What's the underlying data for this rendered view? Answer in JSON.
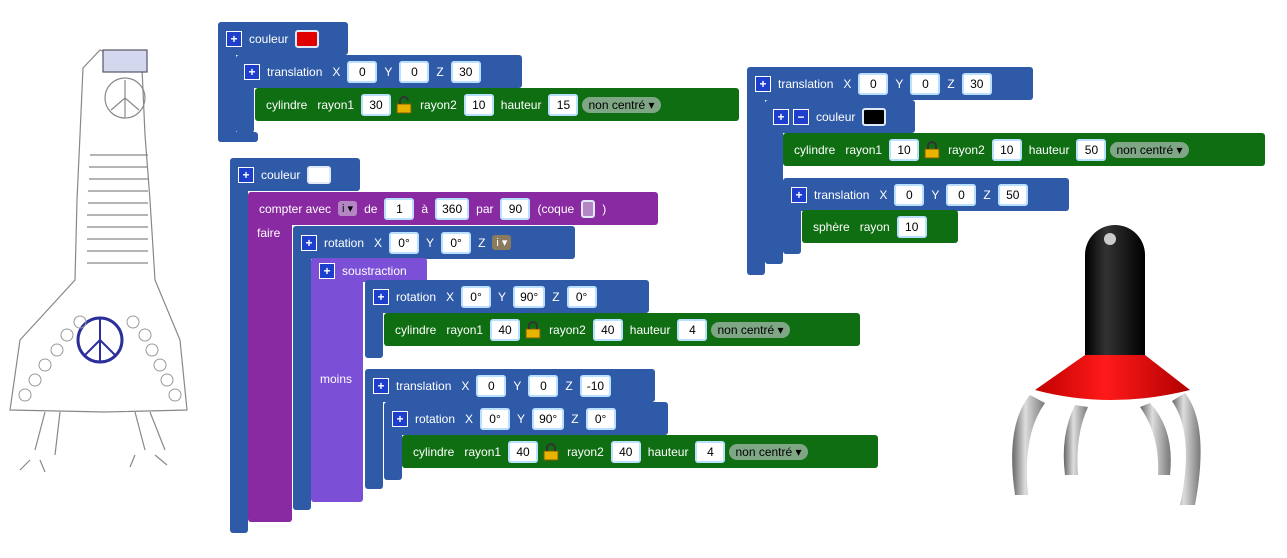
{
  "labels": {
    "couleur": "couleur",
    "translation": "translation",
    "rotation": "rotation",
    "cylindre": "cylindre",
    "sphere": "sphère",
    "rayon": "rayon",
    "rayon1": "rayon1",
    "rayon2": "rayon2",
    "hauteur": "hauteur",
    "x": "X",
    "y": "Y",
    "z": "Z",
    "non_centre": "non centré",
    "compter_avec": "compter avec",
    "de": "de",
    "a": "à",
    "par": "par",
    "coque_open": "(coque",
    "coque_close": ")",
    "faire": "faire",
    "soustraction": "soustraction",
    "moins": "moins",
    "var_i": "i",
    "plus": "+",
    "minus": "−"
  },
  "colors": {
    "color_block_blue": "#2f5aa8",
    "cylinder_block_green": "#0f6e12",
    "loop_block_purple": "#8a2aa3",
    "difference_block_violet": "#7b4fd6",
    "swatch_red": "#e00000",
    "swatch_white": "#ffffff",
    "swatch_black": "#000000"
  },
  "block_group_1": {
    "translate": {
      "x": "0",
      "y": "0",
      "z": "30"
    },
    "cylinder": {
      "r1": "30",
      "r2": "10",
      "h": "15"
    }
  },
  "block_group_2": {
    "loop": {
      "from": "1",
      "to": "360",
      "step": "90"
    },
    "rotation": {
      "x": "0°",
      "y": "0°"
    },
    "rot_a": {
      "x": "0°",
      "y": "90°",
      "z": "0°"
    },
    "cyl_a": {
      "r1": "40",
      "r2": "40",
      "h": "4"
    },
    "trans_b": {
      "x": "0",
      "y": "0",
      "z": "-10"
    },
    "rot_b": {
      "x": "0°",
      "y": "90°",
      "z": "0°"
    },
    "cyl_b": {
      "r1": "40",
      "r2": "40",
      "h": "4"
    }
  },
  "block_group_3": {
    "translate": {
      "x": "0",
      "y": "0",
      "z": "30"
    },
    "cylinder": {
      "r1": "10",
      "r2": "10",
      "h": "50"
    },
    "trans_b": {
      "x": "0",
      "y": "0",
      "z": "50"
    },
    "sphere": {
      "r": "10"
    }
  }
}
